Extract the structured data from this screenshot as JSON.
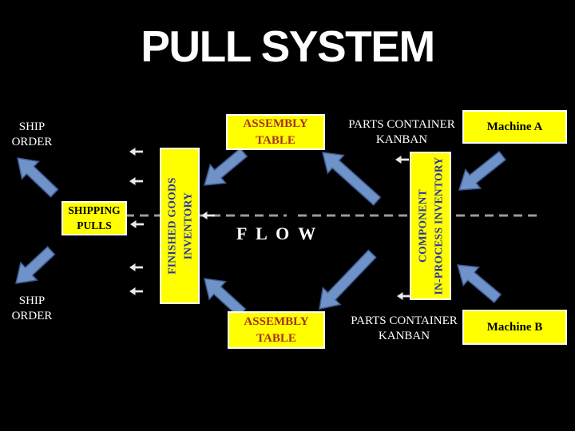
{
  "title": "PULL SYSTEM",
  "labels": {
    "ship_order_top": "SHIP\nORDER",
    "ship_order_bottom": "SHIP\nORDER",
    "shipping_pulls": "SHIPPING\nPULLS",
    "finished_goods_inventory": "FINISHED GOODS\nINVENTORY",
    "assembly_table_top": "ASSEMBLY\nTABLE",
    "assembly_table_bottom": "ASSEMBLY\nTABLE",
    "flow": "F L O W",
    "component_inventory": "COMPONENT\nIN-PROCESS INVENTORY",
    "parts_container_kanban_top": "PARTS CONTAINER\nKANBAN",
    "parts_container_kanban_bottom": "PARTS CONTAINER\nKANBAN",
    "machine_a": "Machine A",
    "machine_b": "Machine B"
  },
  "colors": {
    "background": "#000000",
    "box_yellow": "#ffff00",
    "box_border": "#ffffff",
    "title_text": "#ffffff",
    "white_text": "#ffffff",
    "inventory_text": "#2a35a0",
    "assembly_text": "#a53220",
    "machine_text": "#000000",
    "blue_arrow_fill": "#6f93c8",
    "blue_arrow_outline": "#3f5c94",
    "dashed_line": "#9a9a9a",
    "kanban_arrow": "#e9e9e9"
  },
  "icons": {
    "pull_arrow": "thick-blue-diagonal-arrow",
    "kanban_signal_arrow": "small-white-left-arrow",
    "flow_line": "gray-horizontal-dashed-line"
  },
  "connections": [
    {
      "from": "finished-goods-inventory",
      "to": "ship-order-top",
      "type": "pull-arrow"
    },
    {
      "from": "finished-goods-inventory",
      "to": "ship-order-bottom",
      "type": "pull-arrow"
    },
    {
      "from": "assembly-table-top",
      "to": "finished-goods-inventory",
      "type": "pull-arrow"
    },
    {
      "from": "assembly-table-bottom",
      "to": "finished-goods-inventory",
      "type": "pull-arrow"
    },
    {
      "from": "component-in-process-inventory",
      "to": "assembly-table-top",
      "type": "pull-arrow"
    },
    {
      "from": "component-in-process-inventory",
      "to": "assembly-table-bottom",
      "type": "pull-arrow"
    },
    {
      "from": "machine-a",
      "to": "component-in-process-inventory",
      "type": "pull-arrow"
    },
    {
      "from": "machine-b",
      "to": "component-in-process-inventory",
      "type": "pull-arrow"
    }
  ]
}
